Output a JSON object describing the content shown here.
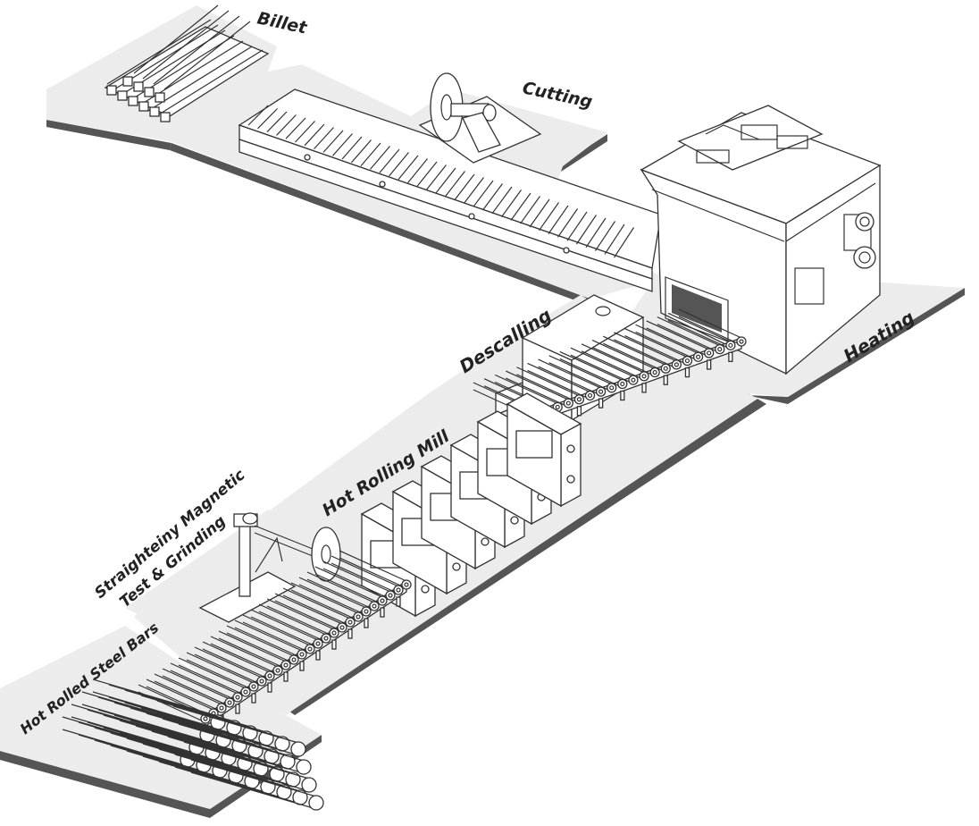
{
  "labels": {
    "billet": "Billet",
    "cutting": "Cutting",
    "heating": "Heating",
    "descalling": "Descalling",
    "hot_rolling_mill": "Hot Rolling Mill",
    "straightening_line1": "Straighteiny Magnetic",
    "straightening_line2": "Test & Grinding",
    "hot_rolled_bars": "Hot Rolled Steel Bars"
  },
  "colors": {
    "floor": "#ececec",
    "floor_edge": "#555555",
    "line": "#333333",
    "label": "#222222"
  }
}
